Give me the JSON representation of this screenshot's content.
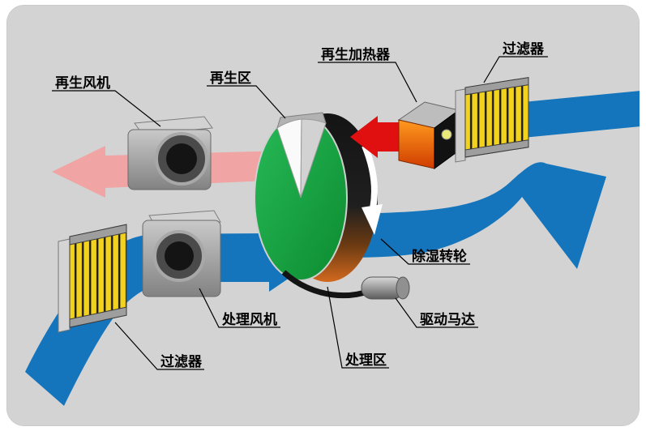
{
  "labels": {
    "regen_fan": "再生风机",
    "regen_zone": "再生区",
    "regen_heater": "再生加热器",
    "filter_top": "过滤器",
    "desiccant_wheel": "除湿转轮",
    "drive_motor": "驱动马达",
    "process_fan": "处理风机",
    "process_zone": "处理区",
    "filter_bottom": "过滤器"
  },
  "colors": {
    "background": "#d3d3d3",
    "process_air": "#1474bc",
    "regen_exhaust": "#f0a4a4",
    "hot_air": "#e01010",
    "wheel_green": "#12a23e",
    "filter_yellow": "#f2d21c",
    "rim_orange": "#d2691e"
  }
}
